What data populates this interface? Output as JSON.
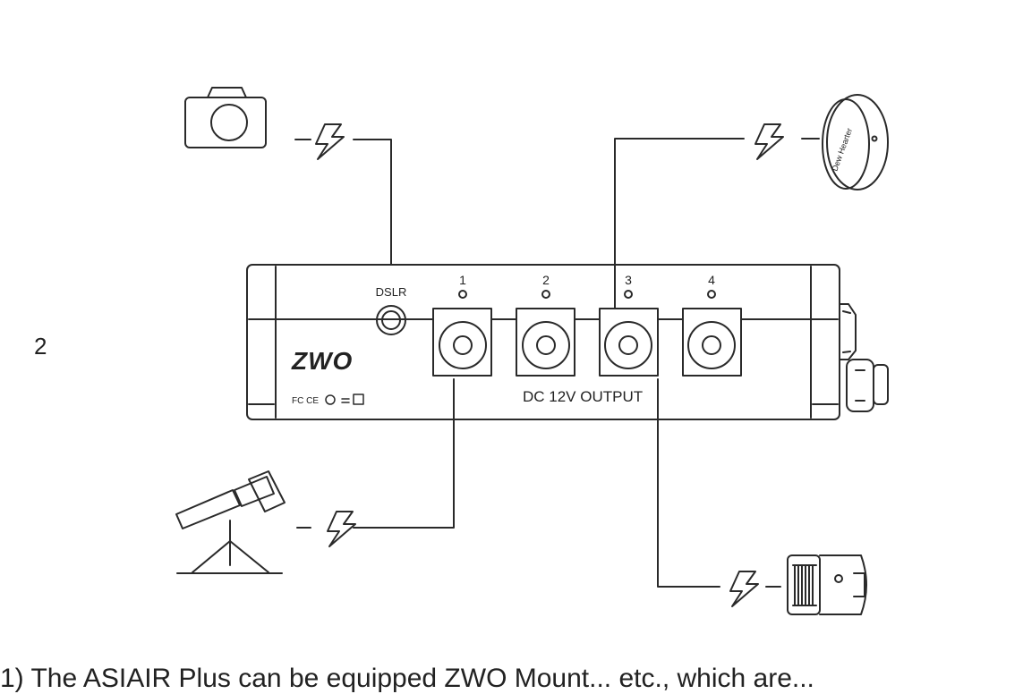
{
  "side_number": "2",
  "device": {
    "dslr_label": "DSLR",
    "port_numbers": [
      "1",
      "2",
      "3",
      "4"
    ],
    "output_label": "DC 12V OUTPUT",
    "brand_logo": "ZWO",
    "cert_marks": "FC CE"
  },
  "dew_heater_label": "Dew Hearter",
  "caption": "1) The ASIAIR Plus can be equipped ZWO Mount...  etc., which are..."
}
